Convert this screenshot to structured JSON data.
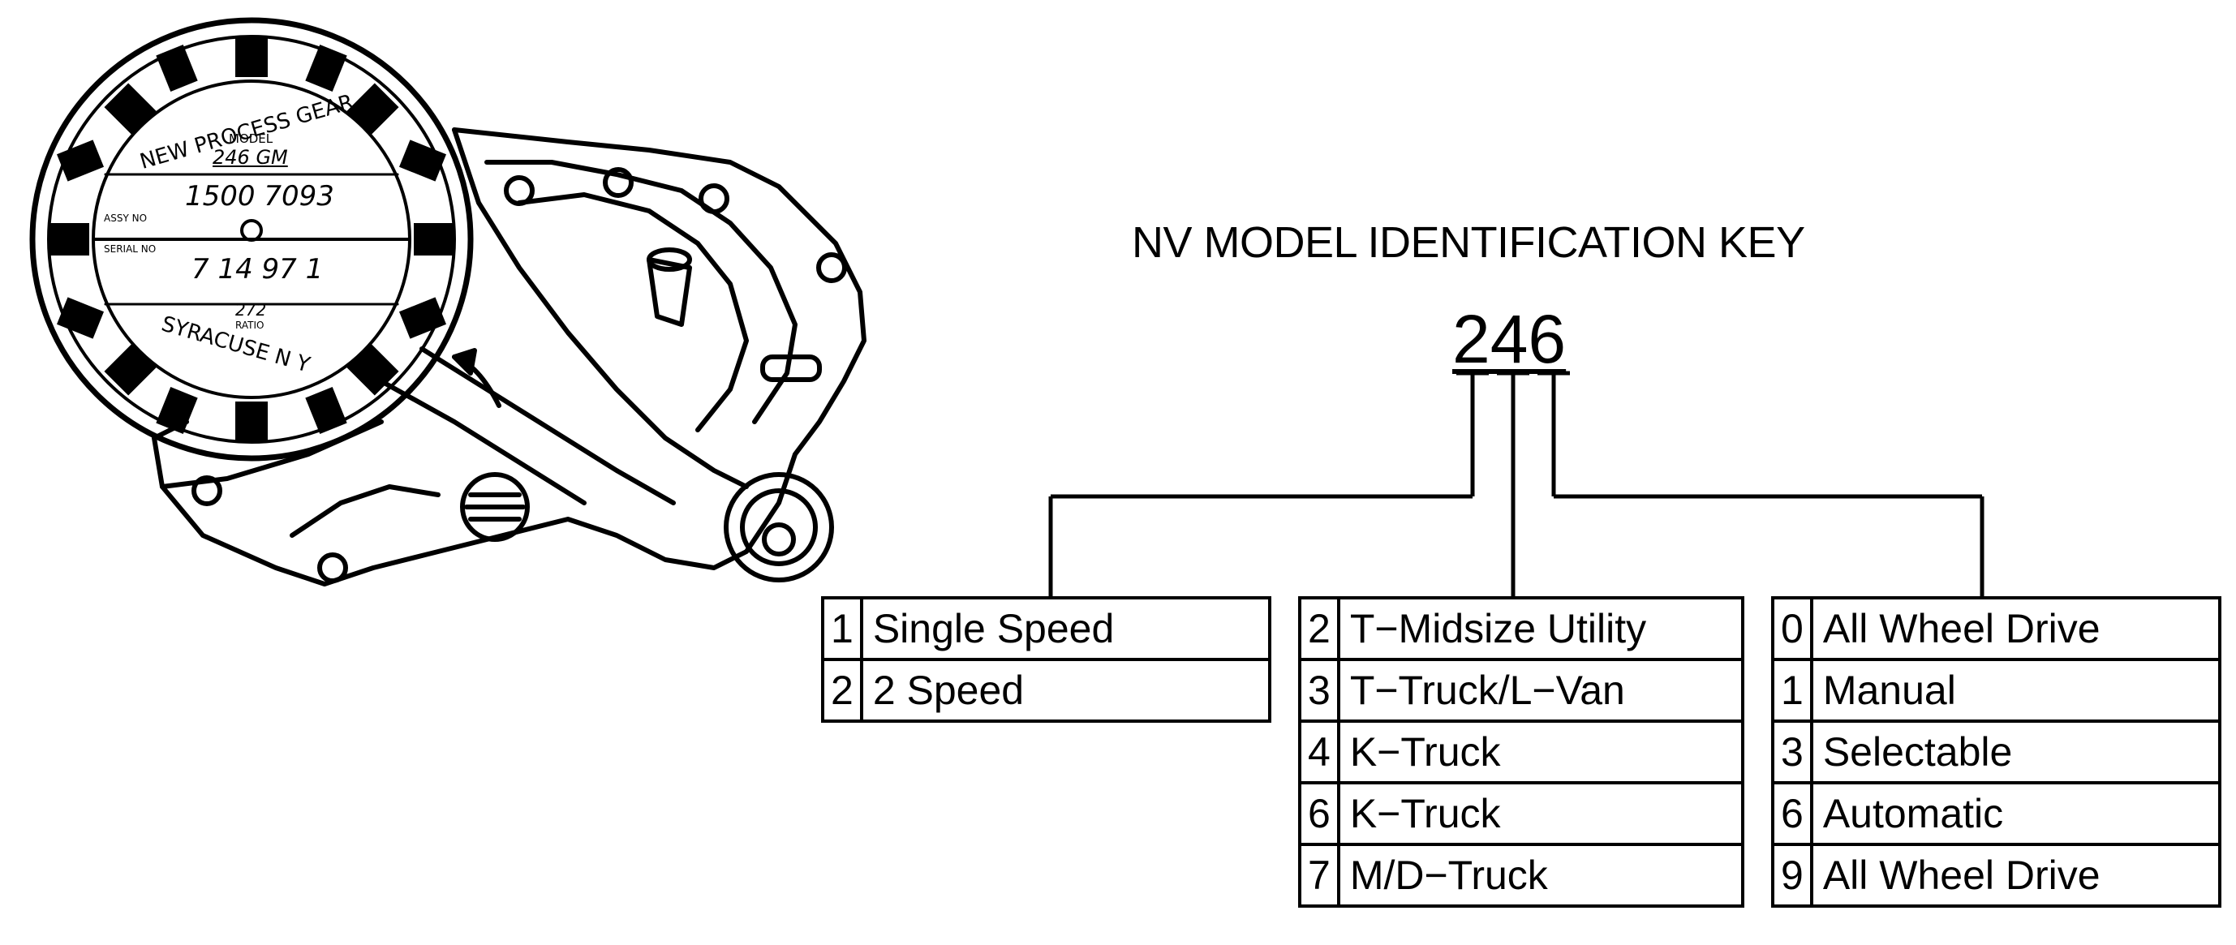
{
  "title": "NV MODEL IDENTIFICATION KEY",
  "model_number": "246",
  "sticker": {
    "maker": "NEW PROCESS GEAR",
    "model_label": "MODEL",
    "model_value": "246 GM",
    "assembly_number": "1500 7093",
    "assembly_label": "ASSY NO",
    "serial_label": "SERIAL NO",
    "serial_number": "7 14 97 1",
    "ratio_value": "272",
    "ratio_label": "RATIO",
    "city": "SYRACUSE N Y"
  },
  "tables": [
    {
      "rows": [
        {
          "code": "1",
          "label": "Single Speed"
        },
        {
          "code": "2",
          "label": "2 Speed"
        }
      ]
    },
    {
      "rows": [
        {
          "code": "2",
          "label": "T−Midsize Utility"
        },
        {
          "code": "3",
          "label": "T−Truck/L−Van"
        },
        {
          "code": "4",
          "label": "K−Truck"
        },
        {
          "code": "6",
          "label": "K−Truck"
        },
        {
          "code": "7",
          "label": "M/D−Truck"
        }
      ]
    },
    {
      "rows": [
        {
          "code": "0",
          "label": "All Wheel Drive"
        },
        {
          "code": "1",
          "label": "Manual"
        },
        {
          "code": "3",
          "label": "Selectable"
        },
        {
          "code": "6",
          "label": "Automatic"
        },
        {
          "code": "9",
          "label": "All Wheel Drive"
        }
      ]
    }
  ]
}
